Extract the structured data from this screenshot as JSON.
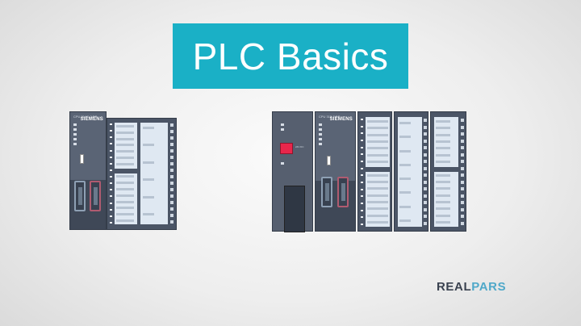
{
  "title": {
    "text": "PLC Basics"
  },
  "plc_left": {
    "cpu_label": "CPU 314C-2 DP",
    "brand": "SIEMENS"
  },
  "plc_right": {
    "cpu_label": "CPU 315-2 DP",
    "brand": "SIEMENS"
  },
  "logo": {
    "part1": "REAL",
    "part2": "PARS"
  },
  "colors": {
    "title_bg": "#1ab0c6",
    "module": "#4b5566",
    "io_label": "#dfe8f2",
    "accent_red": "#e8264b"
  }
}
